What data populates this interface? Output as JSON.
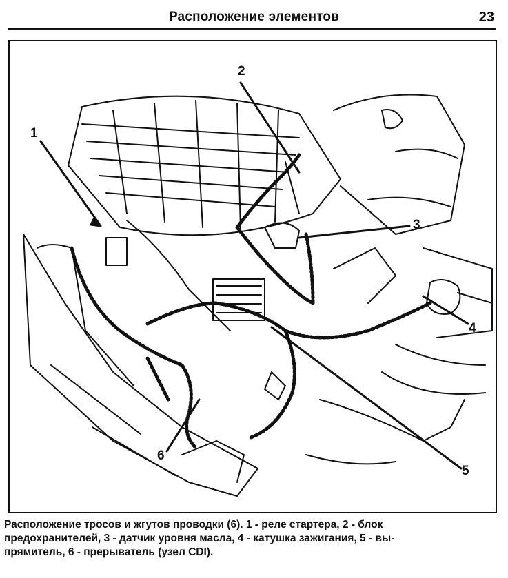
{
  "header": {
    "title": "Расположение элементов",
    "page_number": "23"
  },
  "figure": {
    "callouts": [
      "1",
      "2",
      "3",
      "4",
      "5",
      "6"
    ]
  },
  "caption": {
    "lines": [
      "Расположение тросов и жгутов проводки (6). 1 - реле стартера, 2 - блок",
      "предохранителей, 3 - датчик уровня масла, 4 - катушка зажигания, 5 - вы-",
      "прямитель, 6 - прерыватель (узел CDI)."
    ]
  }
}
